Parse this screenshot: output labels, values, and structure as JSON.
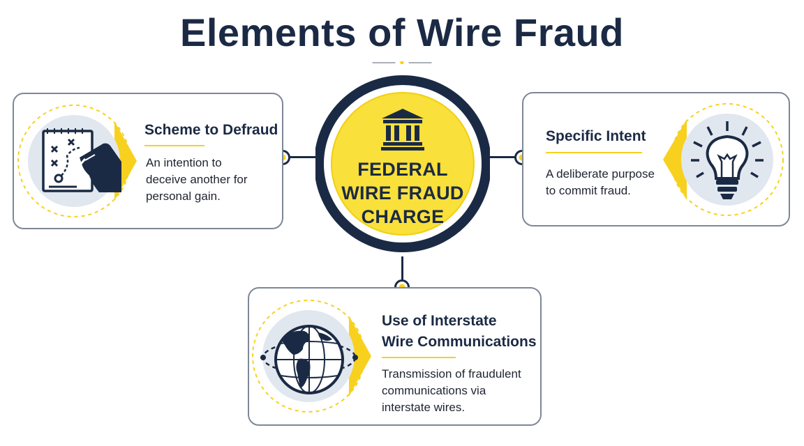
{
  "title": "Elements of Wire Fraud",
  "center": {
    "line1": "FEDERAL",
    "line2": "WIRE FRAUD",
    "line3": "CHARGE",
    "icon": "courthouse-icon"
  },
  "elements": {
    "scheme": {
      "title": "Scheme to Defraud",
      "description_1": "An intention to",
      "description_2": "deceive another for",
      "description_3": "personal gain.",
      "icon": "strategy-plan-icon"
    },
    "intent": {
      "title": "Specific Intent",
      "description_1": "A deliberate purpose",
      "description_2": "to commit fraud.",
      "icon": "lightbulb-icon"
    },
    "wire": {
      "title_1": "Use of Interstate",
      "title_2": "Wire Communications",
      "description_1": "Transmission of fraudulent",
      "description_2": "communications via",
      "description_3": "interstate wires.",
      "icon": "globe-icon"
    }
  },
  "colors": {
    "navy": "#1b2a44",
    "yellow": "#f7d11e",
    "border": "#7e8796",
    "icon_bg": "#e1e7ef"
  }
}
